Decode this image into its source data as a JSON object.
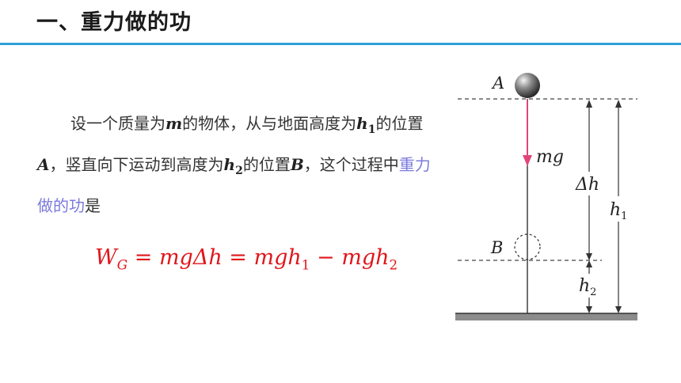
{
  "title": "一、重力做的功",
  "paragraph": {
    "t1": "设一个质量为",
    "m": "m",
    "t2": "的物体，从与地面高度为",
    "h1_var": "h",
    "h1_sub": "1",
    "t3": "的位置",
    "A": "A",
    "t4": "，竖直向下运动到高度为",
    "h2_var": "h",
    "h2_sub": "2",
    "t5": "的位置",
    "B": "B",
    "t6": "，这个过程中",
    "highlight": "重力做的功",
    "t7": "是"
  },
  "formula": {
    "W": "W",
    "W_sub": "G",
    "eq1": " = ",
    "mg1": "mg",
    "delta_h": "Δh",
    "eq2": " = ",
    "mgh1": "mgh",
    "sub1": "1",
    "minus": " − ",
    "mgh2": "mgh",
    "sub2": "2"
  },
  "diagram": {
    "label_A": "A",
    "label_B": "B",
    "label_force": "mg",
    "label_delta_h": "Δh",
    "label_h1": "h",
    "label_h1_sub": "1",
    "label_h2": "h",
    "label_h2_sub": "2"
  },
  "colors": {
    "title_rule": "#2d9fd8",
    "highlight": "#7b7bdc",
    "formula": "#e0161b",
    "arrow": "#e0457a"
  }
}
